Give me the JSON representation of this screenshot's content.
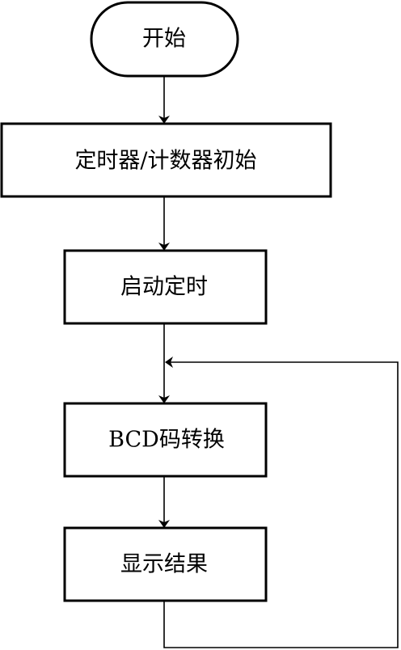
{
  "diagram": {
    "nodes": {
      "start": "开始",
      "init": "定时器/计数器初始",
      "start_timer": "启动定时",
      "bcd": "BCD码转换",
      "display": "显示结果"
    }
  },
  "colors": {
    "stroke": "#000000",
    "fill": "#ffffff"
  }
}
